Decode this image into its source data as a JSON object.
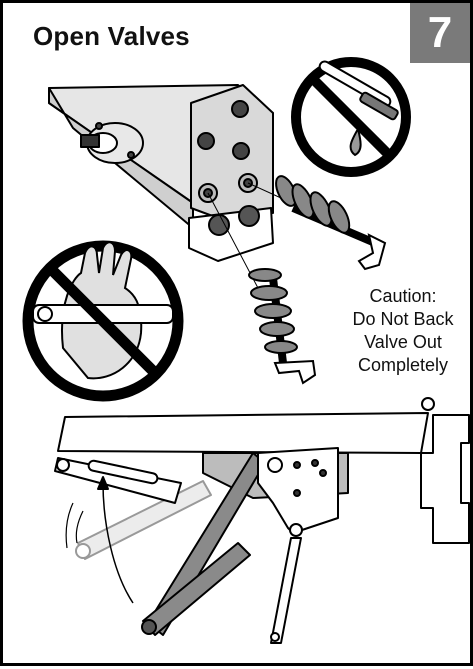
{
  "header": {
    "title": "Open Valves",
    "step_number": "7"
  },
  "caution": {
    "line1": "Caution:",
    "line2": "Do Not Back",
    "line3": "Valve Out",
    "line4": "Completely"
  },
  "icons": [
    "valve-block-icon",
    "no-tool-drip-icon",
    "no-hand-icon",
    "valve-screw-icon",
    "hinge-arm-icon"
  ],
  "colors": {
    "border": "#000000",
    "badge": "#7a7a7a",
    "prohibit": "#000000",
    "shade": "#b9b9b9"
  }
}
